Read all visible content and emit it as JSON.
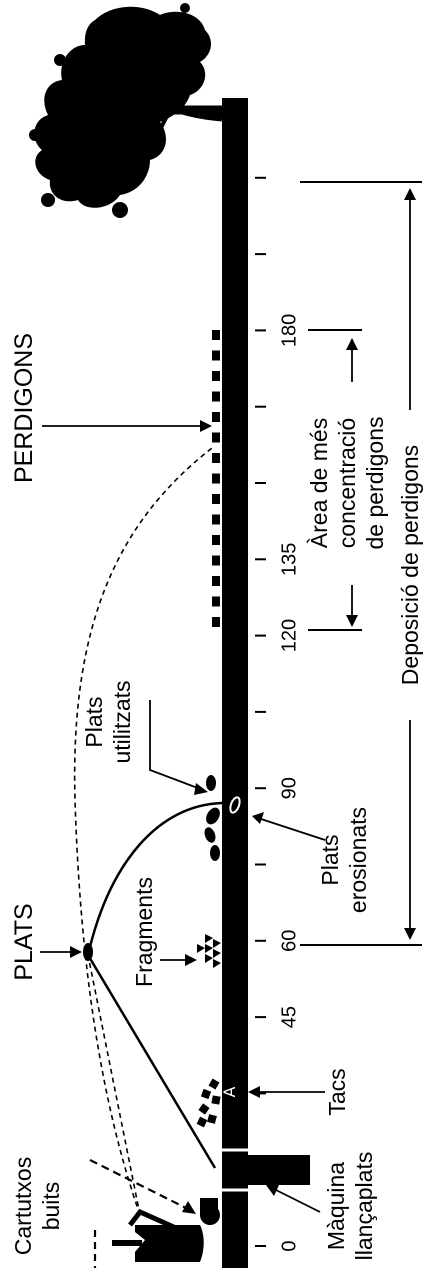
{
  "labels": {
    "perdigons": "PERDIGONS",
    "plats": "PLATS",
    "fragments": "Fragments",
    "plats_utilitzats": [
      "Plats",
      "utilitzats"
    ],
    "plats_erosionats": [
      "Plats",
      "erosionats"
    ],
    "tacs": "Tacs",
    "cartutxos_buits": [
      "Cartutxos",
      "buits"
    ],
    "maquina": [
      "Màquina",
      "llançaplats"
    ],
    "area": [
      "Àrea de més",
      "concentració",
      "de perdigons"
    ],
    "deposicio": "Deposició de perdigons"
  },
  "scale": {
    "ticks": [
      {
        "value": "0",
        "labeled": true
      },
      {
        "value": "",
        "labeled": false
      },
      {
        "value": "",
        "labeled": false
      },
      {
        "value": "45",
        "labeled": true
      },
      {
        "value": "60",
        "labeled": true
      },
      {
        "value": "",
        "labeled": false
      },
      {
        "value": "90",
        "labeled": true
      },
      {
        "value": "",
        "labeled": false
      },
      {
        "value": "120",
        "labeled": true
      },
      {
        "value": "135",
        "labeled": true
      },
      {
        "value": "",
        "labeled": false
      },
      {
        "value": "",
        "labeled": false
      },
      {
        "value": "180",
        "labeled": true
      },
      {
        "value": "",
        "labeled": false
      },
      {
        "value": "",
        "labeled": false
      }
    ]
  },
  "colors": {
    "ink": "#000000",
    "paper": "#ffffff"
  }
}
